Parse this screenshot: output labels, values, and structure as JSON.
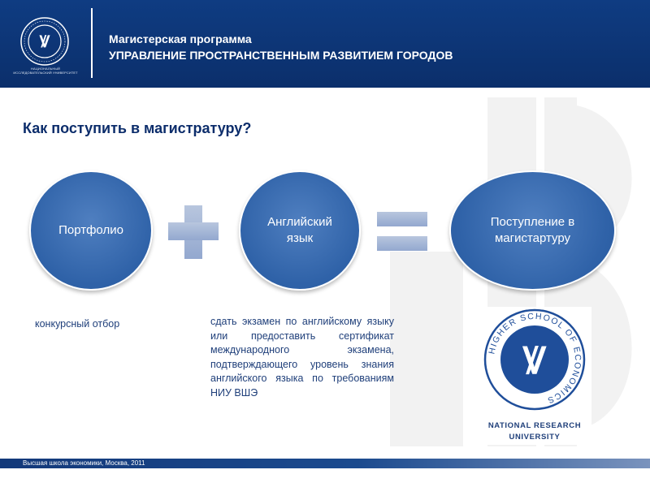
{
  "header": {
    "title": "Магистерская программа",
    "subtitle": "УПРАВЛЕНИЕ ПРОСТРАНСТВЕННЫМ РАЗВИТИЕМ ГОРОДОВ",
    "logo_caption": "НАЦИОНАЛЬНЫЙ ИССЛЕДОВАТЕЛЬСКИЙ УНИВЕРСИТЕТ",
    "logo_icon": "hse-logo-icon"
  },
  "main": {
    "question": "Как поступить в магистратуру?",
    "steps": [
      {
        "label": "Портфолио"
      },
      {
        "label": "Английский язык"
      },
      {
        "label": "Поступление в магистартуру"
      }
    ],
    "operators": [
      "plus-icon",
      "equals-icon"
    ],
    "captions": {
      "portfolio": "конкурсный отбор",
      "english": "сдать экзамен по английскому языку или предоставить сертификат международного экзамена, подтверждающего уровень знания английского языка по требованиям НИУ ВШЭ"
    }
  },
  "seal": {
    "ring_text": "HIGHER SCHOOL OF ECONOMICS",
    "label_line1": "NATIONAL RESEARCH",
    "label_line2": "UNIVERSITY"
  },
  "footer": {
    "text": "Высшая школа экономики, Москва, 2011"
  },
  "colors": {
    "header_bg": "#0f3c82",
    "circle_fill": "#2f62a8",
    "text_dark": "#0c2d6b",
    "operator": "#a3b4d6"
  }
}
